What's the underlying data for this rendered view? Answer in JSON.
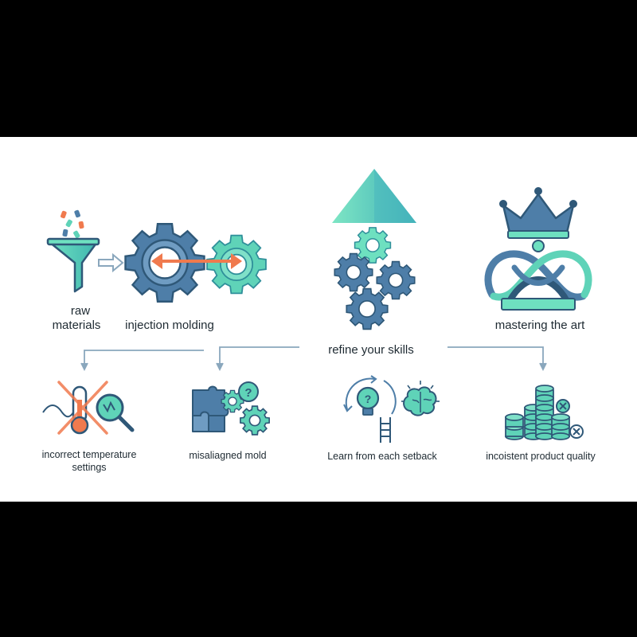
{
  "labels": {
    "raw_materials_1": "raw",
    "raw_materials_2": "materials",
    "injection_molding": "injection molding",
    "refine_your_skills": "refine your skills",
    "mastering_the_art": "mastering the art",
    "incorrect_temperature_1": "incorrect temperature",
    "incorrect_temperature_2": "settings",
    "misaligned_mold": "misaliagned mold",
    "learn_from_setback": "Learn from each setback",
    "inconsistent_quality": "incoistent product quality"
  },
  "colors": {
    "teal": "#5fd3b8",
    "teal_dark": "#3fb6b0",
    "steel_blue": "#4e7ea8",
    "navy": "#2f5878",
    "orange": "#f07a4e",
    "arrow_gray": "#8aa7bd",
    "text": "#1e2a32",
    "background": "#ffffff"
  },
  "icons": [
    "funnel-icon",
    "gear-icon",
    "double-arrow-icon",
    "pyramid-icon",
    "crown-icon",
    "thermometer-icon",
    "magnifier-icon",
    "puzzle-icon",
    "question-icon",
    "lightbulb-icon",
    "brain-icon",
    "ladder-icon",
    "coin-stack-icon",
    "x-mark-icon"
  ]
}
